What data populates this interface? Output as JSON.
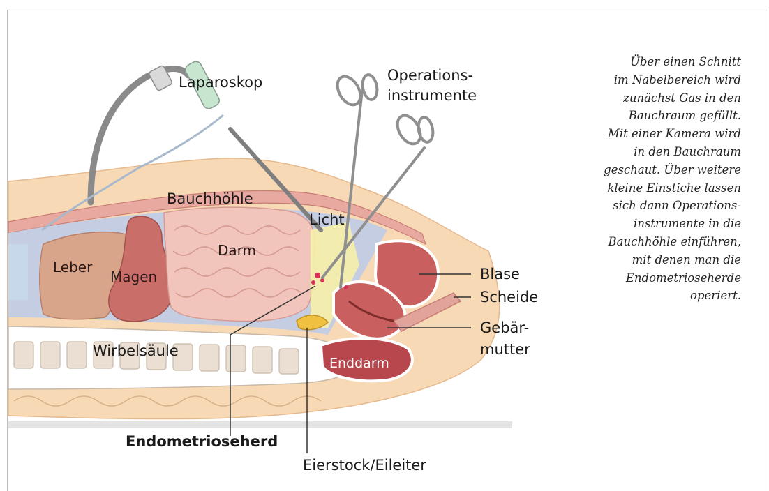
{
  "labels": {
    "laparoskop": "Laparoskop",
    "operations_line1": "Operations-",
    "operations_line2": "instrumente",
    "bauchhoehle": "Bauchhöhle",
    "licht": "Licht",
    "darm": "Darm",
    "leber": "Leber",
    "magen": "Magen",
    "blase": "Blase",
    "scheide": "Scheide",
    "gebaer_line1": "Gebär-",
    "gebaer_line2": "mutter",
    "wirbelsaeule": "Wirbelsäule",
    "enddarm": "Enddarm",
    "endometrioseherd": "Endometrioseherd",
    "eierstock": "Eierstock/Eileiter"
  },
  "caption": [
    "Über einen Schnitt",
    "im Nabelbereich wird",
    "zunächst Gas in den",
    "Bauchraum gefüllt.",
    "Mit einer Kamera wird",
    "in den Bauchraum",
    "geschaut. Über weitere",
    "kleine Einstiche lassen",
    "sich dann Operations-",
    "instrumente in die",
    "Bauchhöhle einführen,",
    "mit denen man die",
    "Endometrioseherde",
    "operiert."
  ],
  "colors": {
    "skin": "#f7d9b5",
    "abdominal_wall": "#e8a9a0",
    "cavity": "#c5cde3",
    "liver": "#d9a58a",
    "stomach": "#c96e68",
    "intestine": "#f1c5bc",
    "light": "#f6f0a8",
    "uterus": "#c95f5f",
    "rectum": "#b8474d",
    "bone": "#eadfd2",
    "instrument": "#9a9a9a"
  }
}
